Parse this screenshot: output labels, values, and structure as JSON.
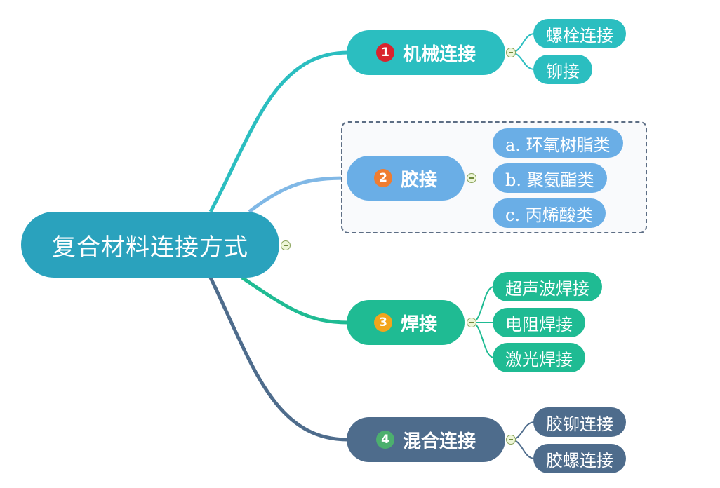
{
  "root": {
    "label": "复合材料连接方式",
    "color": "#2aa2bd"
  },
  "branches": [
    {
      "number": "1",
      "label": "机械连接",
      "color": "#2bbec0",
      "badge_color": "#d9232e",
      "leaves": [
        "螺栓连接",
        "铆接"
      ]
    },
    {
      "number": "2",
      "label": "胶接",
      "color": "#6aaee6",
      "badge_color": "#ef7d31",
      "leaves": [
        "a. 环氧树脂类",
        "b. 聚氨酯类",
        "c. 丙烯酸类"
      ]
    },
    {
      "number": "3",
      "label": "焊接",
      "color": "#1fbb93",
      "badge_color": "#f2a51c",
      "leaves": [
        "超声波焊接",
        "电阻焊接",
        "激光焊接"
      ]
    },
    {
      "number": "4",
      "label": "混合连接",
      "color": "#4e6c8c",
      "badge_color": "#4caf6e",
      "leaves": [
        "胶铆连接",
        "胶螺连接"
      ]
    }
  ]
}
